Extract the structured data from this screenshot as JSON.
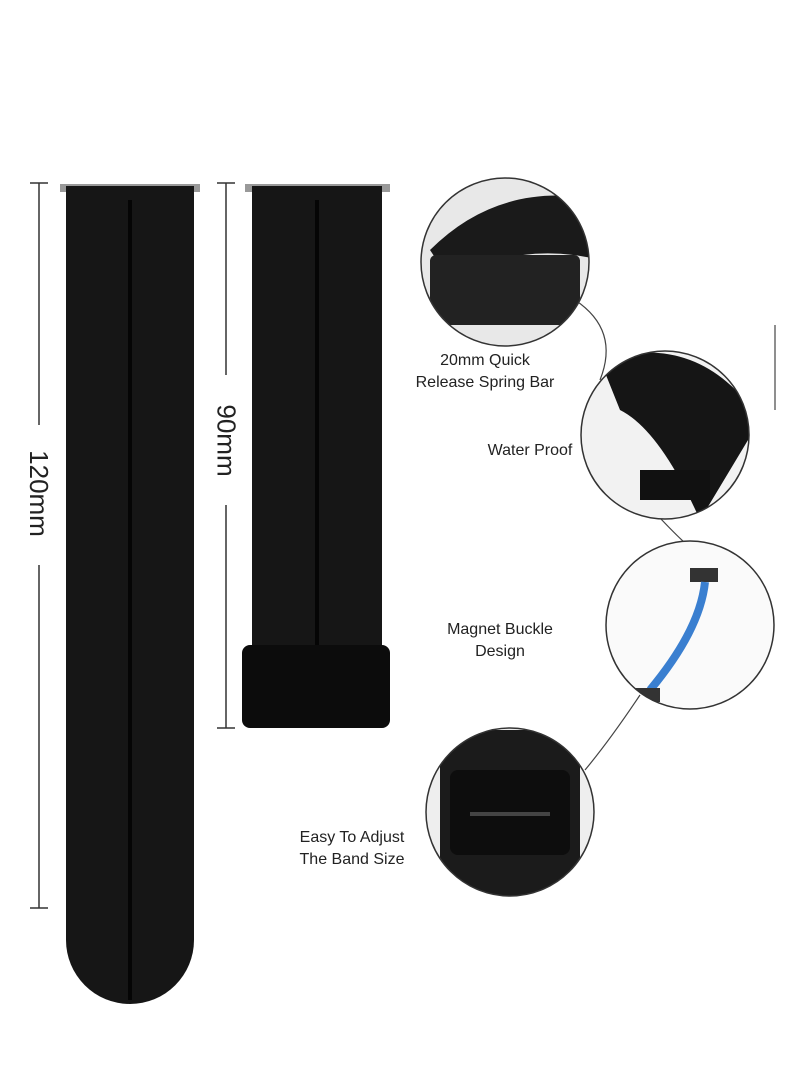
{
  "dimensions": {
    "long_strap": "120mm",
    "short_strap": "90mm"
  },
  "features": [
    {
      "line1": "20mm Quick",
      "line2": "Release Spring Bar"
    },
    {
      "line1": "Water Proof"
    },
    {
      "line1": "Magnet Buckle",
      "line2": "Design"
    },
    {
      "line1": "Easy To Adjust",
      "line2": "The Band Size"
    }
  ],
  "colors": {
    "strap": "#141414",
    "line": "#333333",
    "accent": "#3a7fd0"
  }
}
